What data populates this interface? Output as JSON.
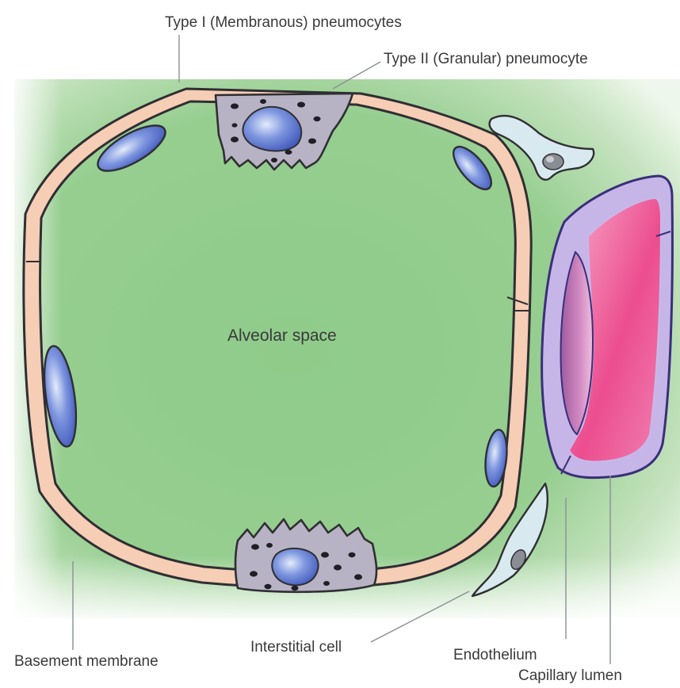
{
  "labels": {
    "type1": "Type I (Membranous)  pneumocytes",
    "type2": "Type II (Granular) pneumocyte",
    "alveolar": "Alveolar space",
    "interstitial": "Interstitial cell",
    "endothelium": "Endothelium",
    "capillary": "Capillary lumen",
    "basement": "Basement membrane"
  },
  "colors": {
    "interstitium": "#8fcb8a",
    "type1_cytoplasm": "#f6cdb5",
    "type2_cytoplasm": "#b8b3c4",
    "nucleus": "#4a63c8",
    "capillary_wall": "#c4b3e6",
    "capillary_lumen": "#ec3f86",
    "interstitial_cell": "#cfe3ec"
  }
}
